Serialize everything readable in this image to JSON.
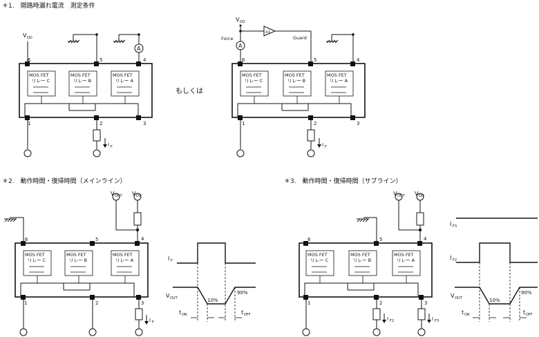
{
  "headers": {
    "h1": "＊1.　開路時漏れ電流　測定条件",
    "h2": "＊2.　動作時間・復帰時間（メインライン）",
    "h3": "＊3.　動作時間・復帰時間（サブライン）"
  },
  "or_text": "もしくは",
  "relay": {
    "mosfet": "MOS FET",
    "relay_c": "リレー C",
    "relay_b": "リレー B",
    "relay_a": "リレー A"
  },
  "pins": {
    "p1": "1",
    "p2": "2",
    "p3": "3",
    "p4": "4",
    "p5": "5",
    "p6": "6"
  },
  "labels": {
    "vdd": "V",
    "vdd_sub": "DD",
    "vout": "V",
    "vout_sub": "OUT",
    "force": "Force",
    "guard": "Guard",
    "buffer": "x1",
    "ammeter": "A",
    "i": "I",
    "if_sub": "F",
    "if2_sub": "F2",
    "if3_sub": "F3",
    "t": "t",
    "ton_sub": "ON",
    "toff_sub": "OFF",
    "pct10": "10%",
    "pct90": "90%"
  }
}
